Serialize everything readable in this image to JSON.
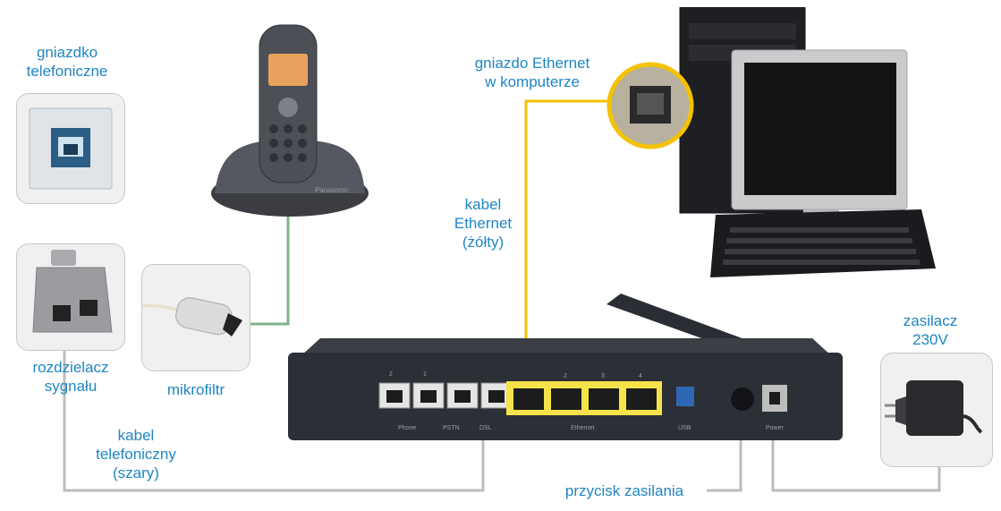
{
  "labels": {
    "wall_socket": [
      "gniazdko",
      "telefoniczne"
    ],
    "splitter": [
      "rozdzielacz",
      "sygnału"
    ],
    "microfilter": "mikrofiltr",
    "phone_cable": [
      "kabel",
      "telefoniczny",
      "(szary)"
    ],
    "ethernet_socket": [
      "gniazdo Ethernet",
      "w komputerze"
    ],
    "ethernet_cable": [
      "kabel",
      "Ethernet",
      "(żółty)"
    ],
    "power_button": "przycisk zasilania",
    "power_adapter": [
      "zasilacz",
      "230V"
    ]
  },
  "router_labels": {
    "phone": "Phone",
    "pstn": "PSTN",
    "dsl": "DSL",
    "ethernet": "Ethernet",
    "usb": "USB",
    "power": "Power",
    "port_1": "1",
    "port_2": "2",
    "port_3": "3",
    "port_4": "4",
    "phone_brand": "Panasonic"
  },
  "colors": {
    "label": "#1f86c2",
    "ethernet_cable": "#f4c200",
    "phone_cable": "#bdbdbd",
    "filter_line": "#7fb38a",
    "router_body": "#2b2f36"
  },
  "icons": [
    "wall-socket-icon",
    "cordless-phone-icon",
    "desktop-computer-icon",
    "splitter-icon",
    "microfilter-icon",
    "router-icon",
    "power-adapter-icon",
    "ethernet-port-icon"
  ]
}
